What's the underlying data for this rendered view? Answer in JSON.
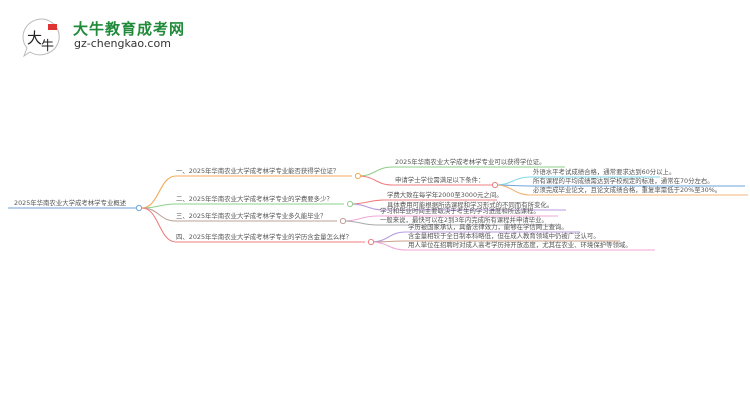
{
  "logo": {
    "brand": "大牛教育成考网",
    "url": "gz-chengkao.com",
    "mark": "大牛"
  },
  "root": "2025年华南农业大学成考林学专业概述",
  "branches": [
    {
      "label": "一、2025年华南农业大学成考林学专业能否获得学位证？",
      "color": "#f5a957",
      "children": [
        {
          "label": "2025年华南农业大学成考林学专业可以获得学位证。",
          "color": "#8fd18a"
        },
        {
          "label": "申请学士学位需满足以下条件：",
          "color": "#ef7f7f",
          "children": [
            {
              "label": "外语水平考试成绩合格，通常要求达到60分以上。",
              "color": "#7fd9e8"
            },
            {
              "label": "所有课程的平均成绩需达到学校规定的标准，通常在70分左右。",
              "color": "#6fa3d9"
            },
            {
              "label": "必须完成毕业论文，且论文成绩合格，重复率需低于20%至30%。",
              "color": "#f5b47a"
            }
          ]
        }
      ]
    },
    {
      "label": "二、2025年华南农业大学成考林学专业的学费要多少？",
      "color": "#8fd18a",
      "children": [
        {
          "label": "学费大致在每学年2000至3000元之间。",
          "color": "#ef7f7f"
        },
        {
          "label": "具体费用可能根据所选课程和学习形式的不同而有所变化。",
          "color": "#b79be0"
        }
      ]
    },
    {
      "label": "三、2025年华南农业大学成考林学专业多久能毕业？",
      "color": "#c0a09a",
      "children": [
        {
          "label": "学习和毕业时间主要取决于考生的学习进度和所选课程。",
          "color": "#f0a6d6"
        },
        {
          "label": "一般来说，最快可以在2到3年内完成所有课程并申请毕业。",
          "color": "#aaaaaa"
        }
      ]
    },
    {
      "label": "四、2025年华南农业大学成考林学专业的学历含金量怎么样？",
      "color": "#ef7f7f",
      "children": [
        {
          "label": "学历被国家承认，具备法律效力，能够在学信网上查询。",
          "color": "#b79be0"
        },
        {
          "label": "含金量相较于全日制本科略低，但在成人教育领域中仍被广泛认可。",
          "color": "#c9a08a"
        },
        {
          "label": "用人单位在招聘时对成人高考学历持开放态度，尤其在农业、环境保护等领域。",
          "color": "#f0a6d6"
        }
      ]
    }
  ],
  "root_color": "#6fa3d9"
}
